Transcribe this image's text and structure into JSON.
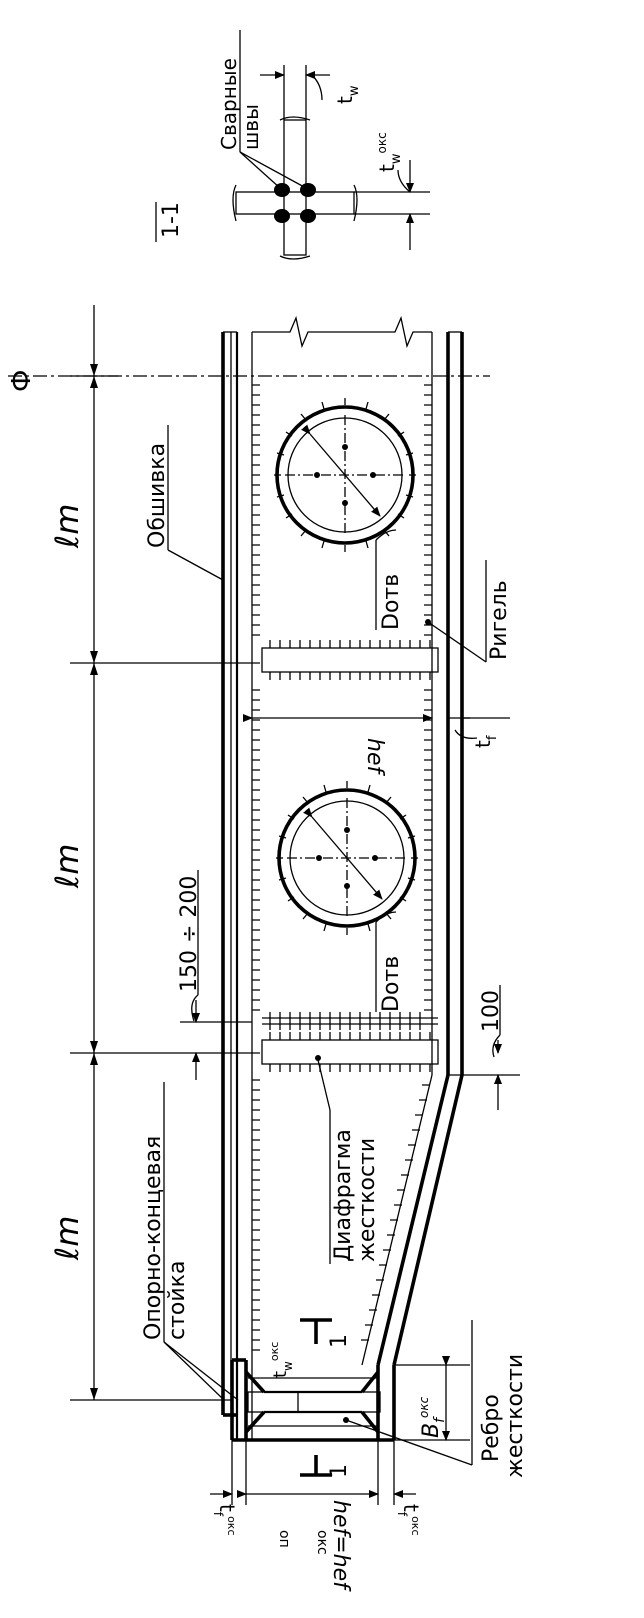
{
  "section_label": "1-1",
  "welds_label_line1": "Сварные",
  "welds_label_line2": "швы",
  "tw_label": "t",
  "tw_sub": "w",
  "tw_sup": "окс",
  "t_label": "t",
  "t_sub": "w",
  "axis_symbol": "Ф",
  "lm": "ℓm",
  "sheathing": "Обшивка",
  "crossbar": "Ригель",
  "hole_diameter": "Dотв",
  "hef": "hef",
  "tf": "t",
  "tf_sub": "f",
  "dim_150_200": "150 ÷ 200",
  "dim_100": "100",
  "end_post_line1": "Опорно-концевая",
  "end_post_line2": "стойка",
  "diaphragm_line1": "Диафрагма",
  "diaphragm_line2": "жесткости",
  "rib_line1": "Ребро",
  "rib_line2": "жесткости",
  "bf_label": "B",
  "bf_sub": "f",
  "bf_sup": "окс",
  "section_mark": "1",
  "hef_bottom": "hef=hef",
  "hef_bottom_sub1": "оп",
  "hef_bottom_sub2": "окс",
  "tf_okc": "t",
  "tf_okc_sup": "окс",
  "tf_okc_sub": "f"
}
